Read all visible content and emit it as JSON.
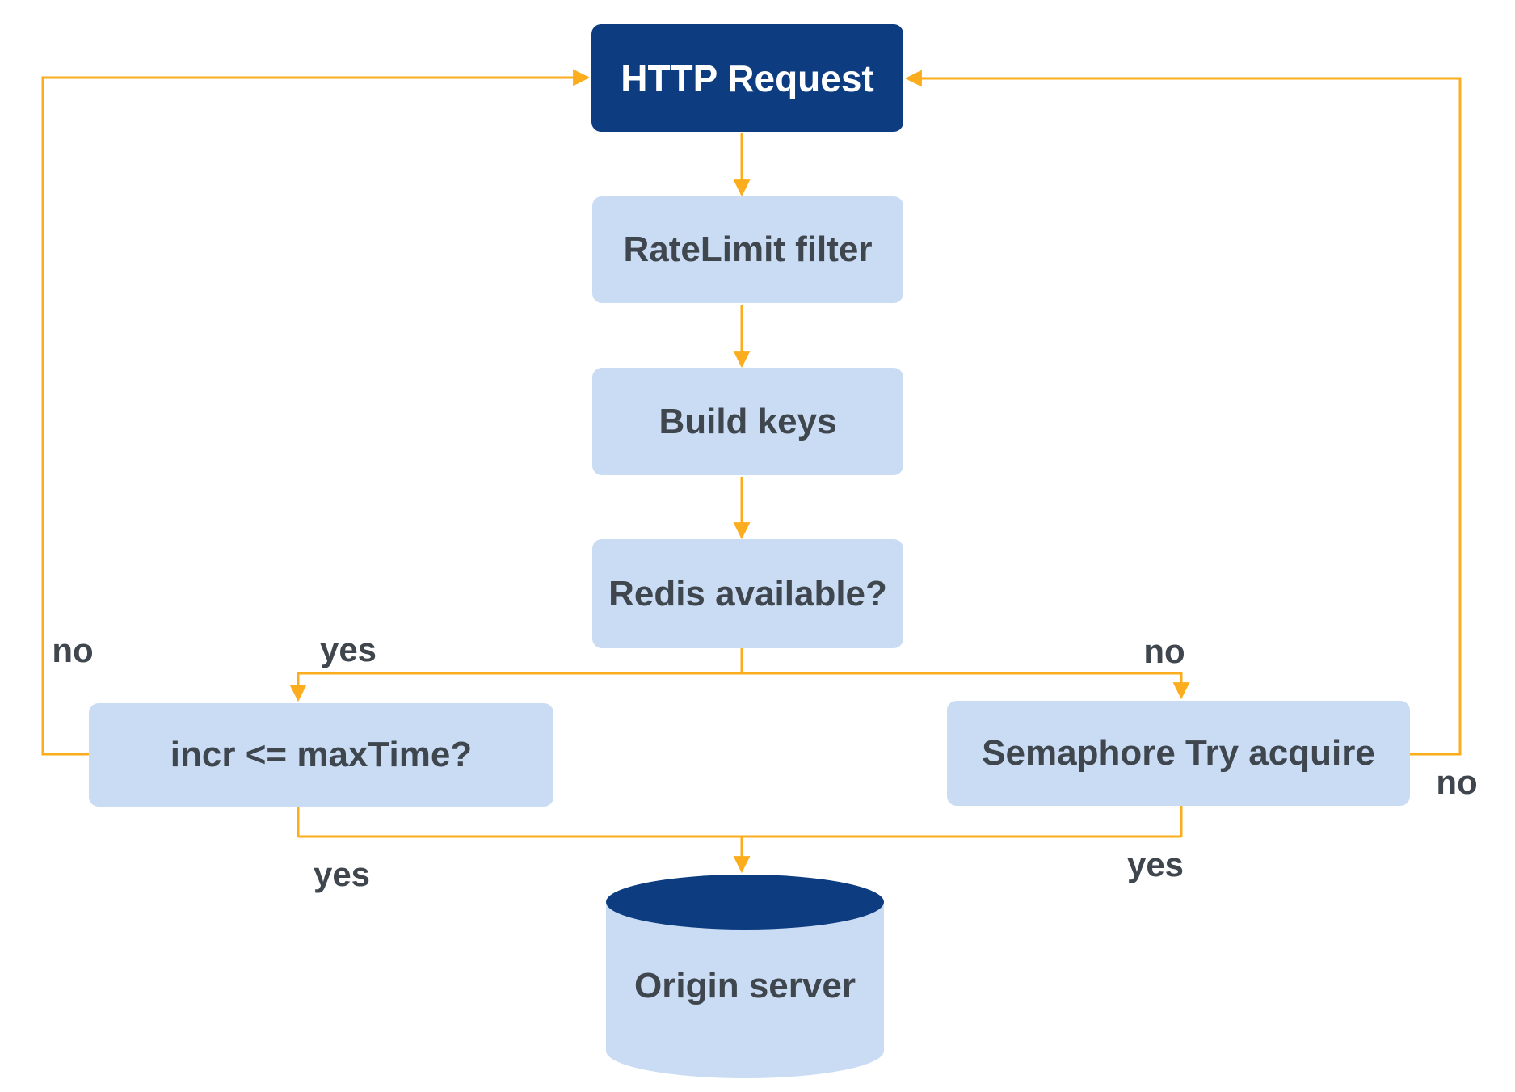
{
  "colors": {
    "navy": "#0d3d80",
    "light_blue": "#c9dcf4",
    "orange": "#fbad1d",
    "text_gray": "#3f464e",
    "white": "#ffffff"
  },
  "nodes": {
    "http_request": {
      "label": "HTTP Request",
      "shape": "rounded-rect",
      "fill": "#0d3d80"
    },
    "ratelimit_filter": {
      "label": "RateLimit filter",
      "shape": "rounded-rect",
      "fill": "#c9dcf4"
    },
    "build_keys": {
      "label": "Build keys",
      "shape": "rounded-rect",
      "fill": "#c9dcf4"
    },
    "redis_available": {
      "label": "Redis available?",
      "shape": "rounded-rect",
      "fill": "#c9dcf4"
    },
    "incr_check": {
      "label": "incr <= maxTime?",
      "shape": "rounded-rect",
      "fill": "#c9dcf4"
    },
    "semaphore_try_acquire": {
      "label": "Semaphore Try acquire",
      "shape": "rounded-rect",
      "fill": "#c9dcf4"
    },
    "origin_server": {
      "label": "Origin server",
      "shape": "cylinder",
      "fill": "#c9dcf4"
    }
  },
  "edge_labels": {
    "incr_no": "no",
    "redis_yes": "yes",
    "redis_no": "no",
    "semaphore_no": "no",
    "incr_yes": "yes",
    "semaphore_yes": "yes"
  },
  "edges": [
    {
      "from": "http_request",
      "to": "ratelimit_filter",
      "label_key": null
    },
    {
      "from": "ratelimit_filter",
      "to": "build_keys",
      "label_key": null
    },
    {
      "from": "build_keys",
      "to": "redis_available",
      "label_key": null
    },
    {
      "from": "redis_available",
      "to": "incr_check",
      "label_key": "redis_yes"
    },
    {
      "from": "redis_available",
      "to": "semaphore_try_acquire",
      "label_key": "redis_no"
    },
    {
      "from": "incr_check",
      "to": "http_request",
      "label_key": "incr_no"
    },
    {
      "from": "incr_check",
      "to": "origin_server",
      "label_key": "incr_yes"
    },
    {
      "from": "semaphore_try_acquire",
      "to": "http_request",
      "label_key": "semaphore_no"
    },
    {
      "from": "semaphore_try_acquire",
      "to": "origin_server",
      "label_key": "semaphore_yes"
    }
  ]
}
